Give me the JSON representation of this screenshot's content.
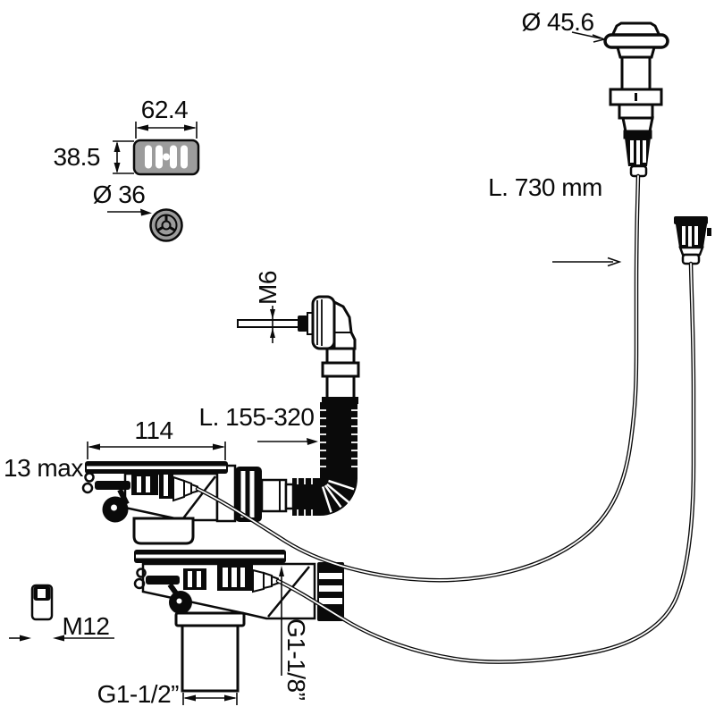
{
  "drawing": {
    "type": "technical-line-drawing",
    "subject": "Bathtub waste and overflow set with twin cable-operated pop-up controls",
    "background": "#ffffff",
    "line_color": "#0a0a0a",
    "accent_gray": "#9c9c9c"
  },
  "labels": {
    "faceplate_width": "62.4",
    "faceplate_height": "38.5",
    "knob_diameter": "Ø 36",
    "cap_diameter": "Ø 45.6",
    "cable_length": "L. 730 mm",
    "overflow_screw": "M6",
    "hose_length": "L. 155-320",
    "flange_width": "114",
    "rim_thickness": "13 max",
    "stud_thread": "M12",
    "tailpiece_thread": "G1-1/2”",
    "overflow_outlet_thread": "G1-1/8”"
  }
}
